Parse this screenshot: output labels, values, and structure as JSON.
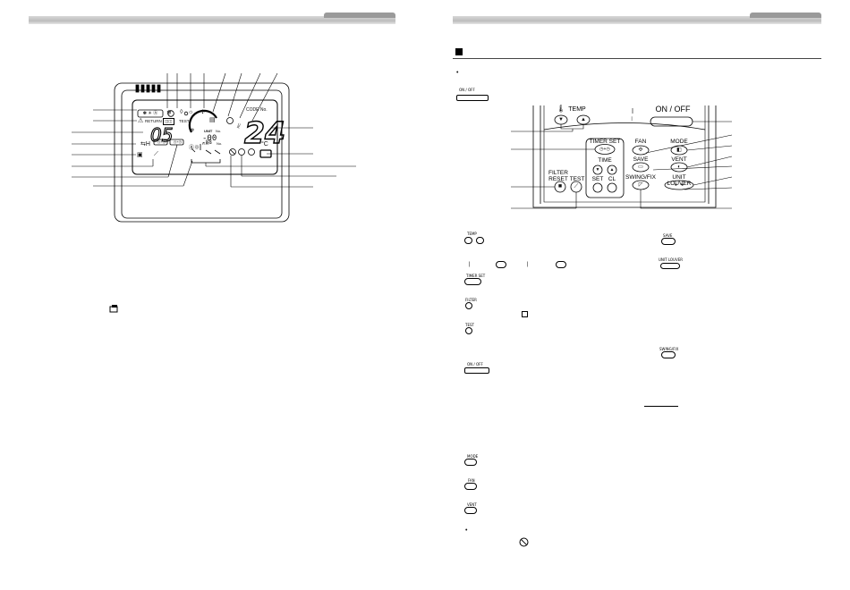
{
  "display": {
    "return_label": "RETURN",
    "test_label": "TEST",
    "unit_label": "UNIT",
    "no_label": "No.",
    "setting_digits": "05",
    "code_no_label": "CODE No.",
    "temperature": "24",
    "degree_unit": "°C",
    "unit_digits_a": "-00",
    "unit_digits_b": "-88",
    "r_label_a": "R.C.",
    "r_label_b": "No."
  },
  "remote": {
    "temp_label": "TEMP",
    "on_off_label": "ON / OFF",
    "timer_set_label": "TIMER SET",
    "time_label": "TIME",
    "set_label": "SET",
    "cl_label": "CL",
    "filter_label": "FILTER",
    "reset_label": "RESET",
    "test_label": "TEST",
    "fan_label": "FAN",
    "mode_label": "MODE",
    "save_label": "SAVE",
    "vent_label": "VENT",
    "swing_fix_label": "SWING/FIX",
    "unit_louver_label": "UNIT LOUVER"
  },
  "mini_keys": {
    "on_off": "ON / OFF",
    "temp": "TEMP",
    "timer_set": "TIMER SET",
    "filter": "FILTER",
    "test": "TEST",
    "mode": "MODE",
    "fan": "FAN",
    "vent": "VENT",
    "save": "SAVE",
    "unit_louver": "UNIT LOUVER",
    "swing_fix": "SWING/FIX"
  },
  "bullets": {
    "dot": "•"
  },
  "colors": {
    "line": "#000000",
    "header_bar": "#c4c4c4",
    "header_tab": "#9a9a9a"
  }
}
